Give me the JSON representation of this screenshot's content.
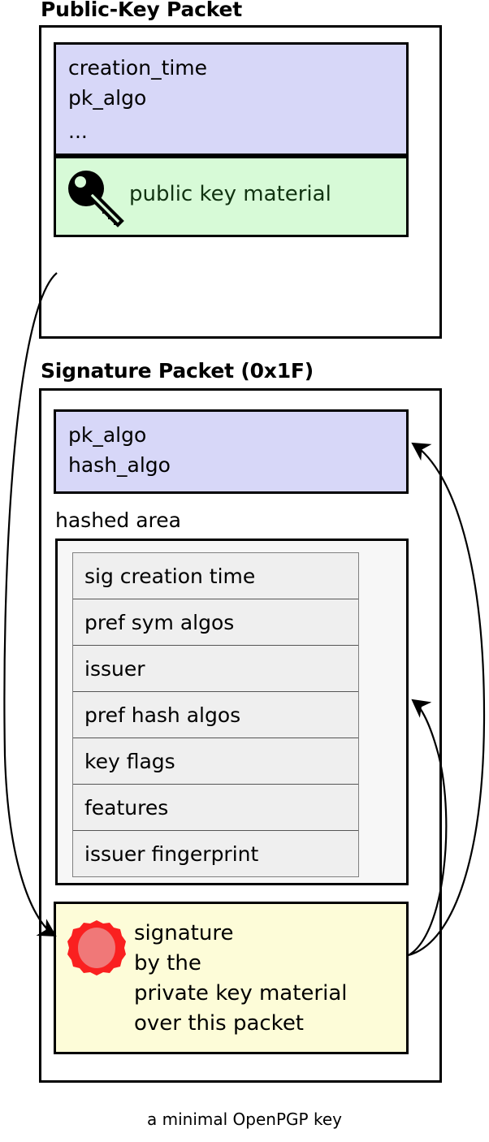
{
  "caption": "a minimal OpenPGP key",
  "colors": {
    "lavender": "#d7d7f8",
    "green": "#d7fad7",
    "yellow": "#fdfcd8",
    "hashed_area_bg": "#f7f7f7",
    "subpacket_bg": "#efefef",
    "seal_outer": "#fa2020",
    "seal_inner": "#f07878",
    "public_key_text": "#113311",
    "border": "#000000"
  },
  "public_key_packet": {
    "title": "Public-Key Packet",
    "fields_box": {
      "lines": [
        "creation_time",
        "pk_algo"
      ],
      "ellipsis": "..."
    },
    "material_box": {
      "icon": "key-icon",
      "label": "public key material"
    }
  },
  "signature_packet": {
    "title": "Signature Packet (0x1F)",
    "fields_box": {
      "lines": [
        "pk_algo",
        "hash_algo"
      ]
    },
    "hashed_area": {
      "label": "hashed area",
      "subpackets": [
        "sig creation time",
        "pref sym algos",
        "issuer",
        "pref hash algos",
        "key flags",
        "features",
        "issuer fingerprint"
      ]
    },
    "signature_box": {
      "icon": "wax-seal-icon",
      "lines": [
        "signature",
        "by the",
        "private key material",
        "over this packet"
      ]
    }
  },
  "arrows": [
    {
      "name": "public-key-to-signature",
      "from": "public key packet",
      "to": "signature value"
    },
    {
      "name": "signature-to-algos",
      "from": "signature value",
      "to": "signature pk_algo/hash_algo"
    },
    {
      "name": "signature-to-hashed-area",
      "from": "signature value",
      "to": "hashed area"
    }
  ]
}
